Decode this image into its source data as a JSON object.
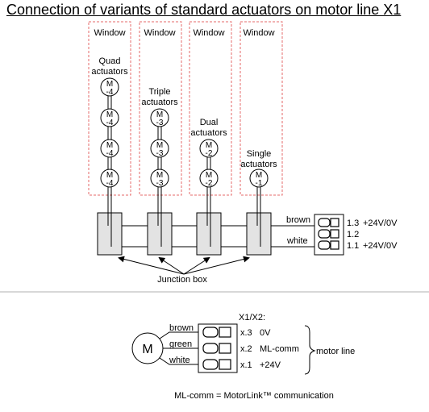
{
  "title": "Connection of variants of standard actuators on motor line X1",
  "window_label": "Window",
  "groups": [
    {
      "label_line1": "Quad",
      "label_line2": "actuators",
      "motor_label": "M",
      "motor_suffix": "-4",
      "count": 4
    },
    {
      "label_line1": "Triple",
      "label_line2": "actuators",
      "motor_label": "M",
      "motor_suffix": "-3",
      "count": 3
    },
    {
      "label_line1": "Dual",
      "label_line2": "actuators",
      "motor_label": "M",
      "motor_suffix": "-2",
      "count": 2
    },
    {
      "label_line1": "Single",
      "label_line2": "actuators",
      "motor_label": "M",
      "motor_suffix": "-1",
      "count": 1
    }
  ],
  "wires_top": {
    "brown": "brown",
    "white": "white"
  },
  "terminals_top": [
    {
      "num": "1.3",
      "value": "+24V/0V"
    },
    {
      "num": "1.2",
      "value": ""
    },
    {
      "num": "1.1",
      "value": "+24V/0V"
    }
  ],
  "junction_box_label": "Junction box",
  "bottom": {
    "heading": "X1/X2:",
    "motor_label": "M",
    "wire_labels": [
      "brown",
      "green",
      "white"
    ],
    "terminals": [
      {
        "num": "x.3",
        "value": "0V"
      },
      {
        "num": "x.2",
        "value": "ML-comm"
      },
      {
        "num": "x.1",
        "value": "+24V"
      }
    ],
    "brace_label": "motor line",
    "footnote": "ML-comm = MotorLink™ communication"
  },
  "colors": {
    "window_border": "#e46a6a",
    "junction_box_fill": "#e3e3e3"
  }
}
